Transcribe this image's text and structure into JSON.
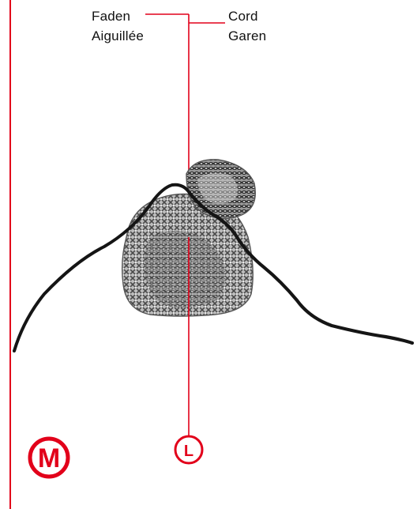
{
  "labels": {
    "left": [
      "Faden",
      "Aiguillée"
    ],
    "right": [
      "Cord",
      "Garen"
    ]
  },
  "markers": {
    "m": "M",
    "l": "L"
  },
  "colors": {
    "accent": "#e2001a",
    "cord": "#151515",
    "mesh": "#6e6e6e"
  }
}
